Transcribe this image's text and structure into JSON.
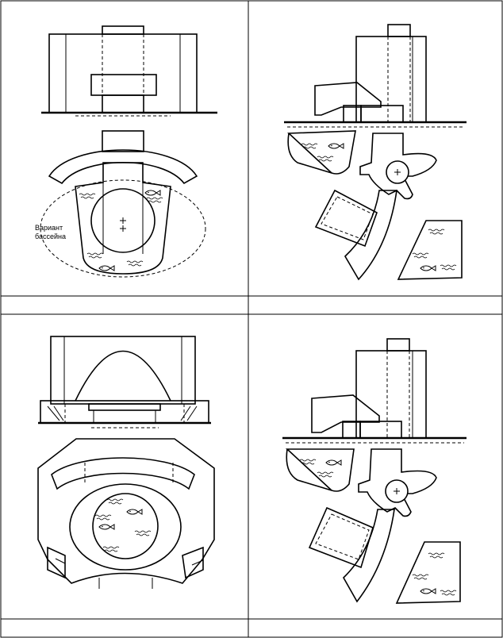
{
  "panels": [
    {
      "id": "top-left",
      "annotation": "Вариант\nбассейна",
      "caption": ""
    },
    {
      "id": "top-right",
      "caption": ""
    },
    {
      "id": "bottom-left",
      "caption": ""
    },
    {
      "id": "bottom-right",
      "caption": ""
    }
  ],
  "annotation_line1": "Вариант",
  "annotation_line2": "бассейна",
  "colors": {
    "ink": "#000000",
    "paper": "#ffffff"
  }
}
